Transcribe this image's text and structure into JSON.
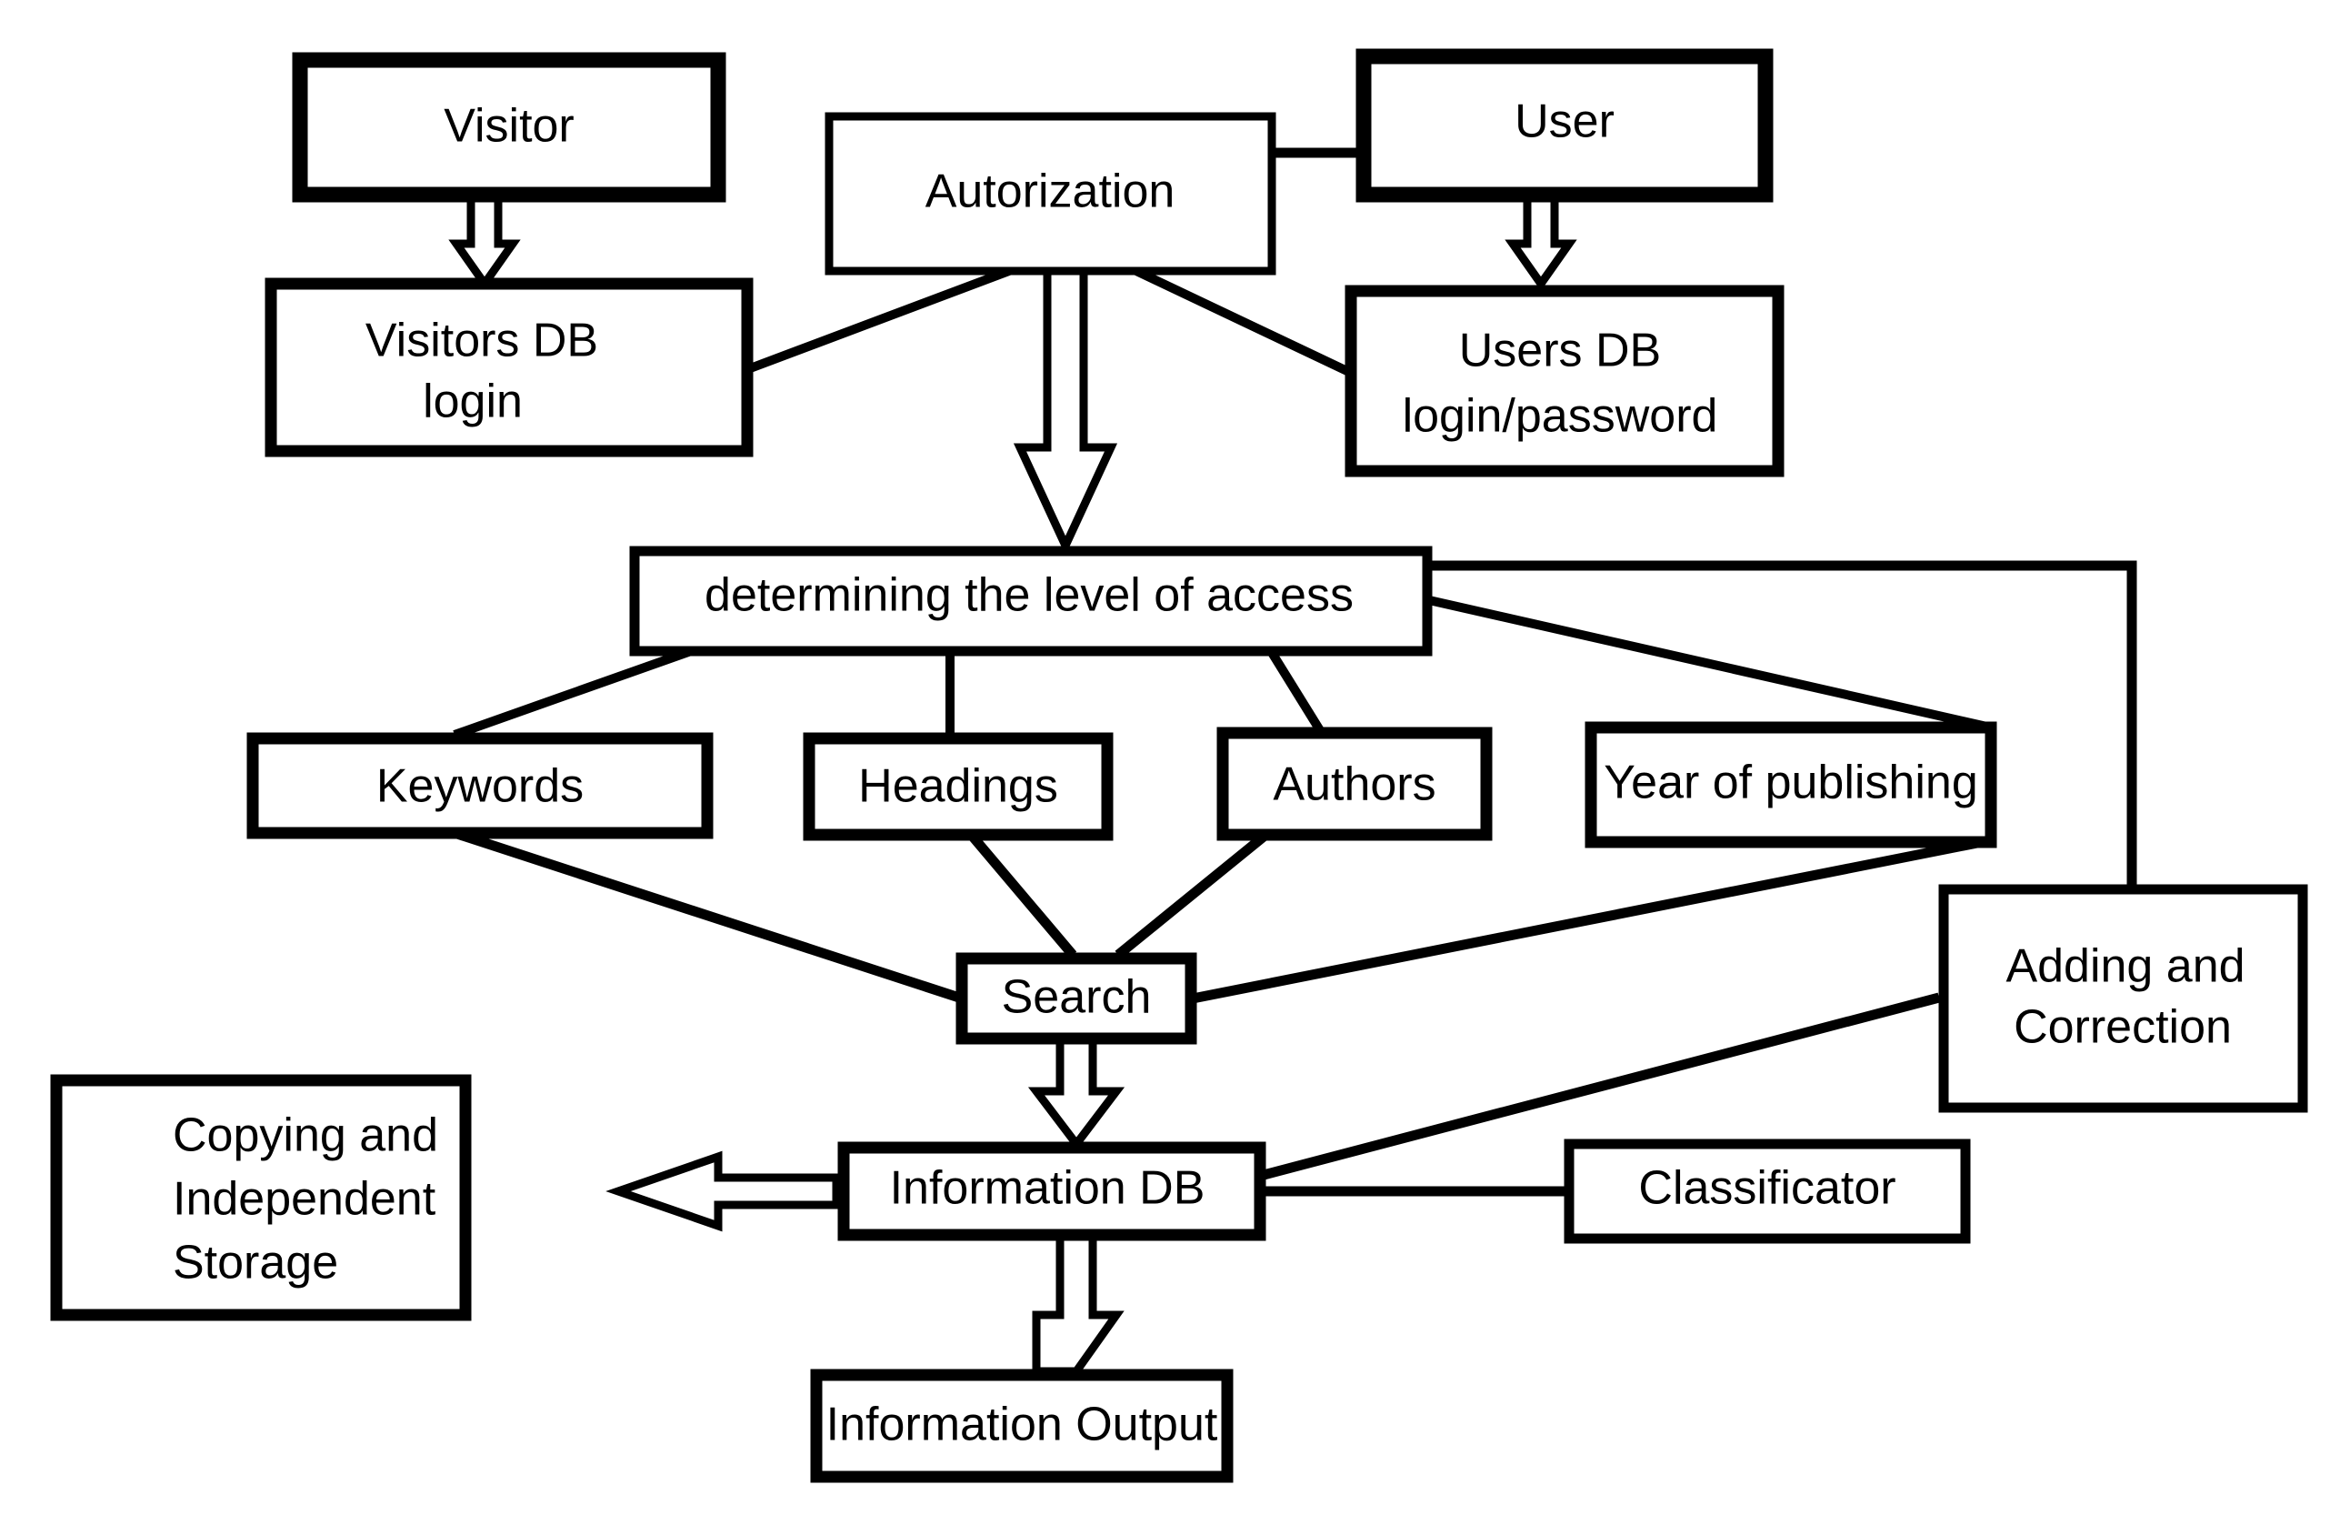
{
  "diagram": {
    "title": "Library information system access and search flowchart",
    "background_color": "#ffffff",
    "line_color": "#000000",
    "text_color": "#000000",
    "nodes": {
      "visitor": {
        "label": "Visitor"
      },
      "autorization": {
        "label": "Autorization"
      },
      "user": {
        "label": "User"
      },
      "visitors_db_line1": {
        "label": "Visitors DB"
      },
      "visitors_db_line2": {
        "label": "login"
      },
      "users_db_line1": {
        "label": "Users  DB"
      },
      "users_db_line2": {
        "label": "login/password"
      },
      "determining_access": {
        "label": "determining the level of access"
      },
      "keywords": {
        "label": "Keywords"
      },
      "headings": {
        "label": "Headings"
      },
      "authors": {
        "label": "Authors"
      },
      "year_of_publishing": {
        "label": "Year of publishing"
      },
      "search": {
        "label": "Search"
      },
      "adding_correction_line1": {
        "label": "Adding and"
      },
      "adding_correction_line2": {
        "label": "Correction"
      },
      "information_db": {
        "label": "Information DB"
      },
      "classificator": {
        "label": "Classificator"
      },
      "copying_line1": {
        "label": "Copying and"
      },
      "copying_line2": {
        "label": "Independent"
      },
      "copying_line3": {
        "label": "Storage"
      },
      "information_output": {
        "label": "Information Output"
      }
    },
    "edges": [
      {
        "from": "visitor",
        "to": "autorization",
        "style": "plain-line"
      },
      {
        "from": "autorization",
        "to": "user",
        "style": "plain-line"
      },
      {
        "from": "visitor",
        "to": "visitors_db",
        "style": "block-arrow-down"
      },
      {
        "from": "user",
        "to": "users_db",
        "style": "block-arrow-down"
      },
      {
        "from": "autorization",
        "to": "visitors_db",
        "style": "plain-line"
      },
      {
        "from": "autorization",
        "to": "users_db",
        "style": "plain-line"
      },
      {
        "from": "autorization",
        "to": "determining_access",
        "style": "block-arrow-down"
      },
      {
        "from": "determining_access",
        "to": "keywords",
        "style": "plain-line"
      },
      {
        "from": "determining_access",
        "to": "headings",
        "style": "plain-line"
      },
      {
        "from": "determining_access",
        "to": "authors",
        "style": "plain-line"
      },
      {
        "from": "determining_access",
        "to": "year_of_publishing",
        "style": "plain-line"
      },
      {
        "from": "determining_access",
        "to": "adding_correction",
        "style": "elbow-line"
      },
      {
        "from": "keywords",
        "to": "search",
        "style": "plain-line"
      },
      {
        "from": "headings",
        "to": "search",
        "style": "plain-line"
      },
      {
        "from": "authors",
        "to": "search",
        "style": "plain-line"
      },
      {
        "from": "year_of_publishing",
        "to": "search",
        "style": "plain-line"
      },
      {
        "from": "search",
        "to": "information_db",
        "style": "block-arrow-down"
      },
      {
        "from": "adding_correction",
        "to": "information_db",
        "style": "plain-line"
      },
      {
        "from": "classificator",
        "to": "information_db",
        "style": "plain-line"
      },
      {
        "from": "information_db",
        "to": "copying_storage",
        "style": "block-arrow-left"
      },
      {
        "from": "information_db",
        "to": "information_output",
        "style": "block-arrow-down"
      }
    ]
  }
}
